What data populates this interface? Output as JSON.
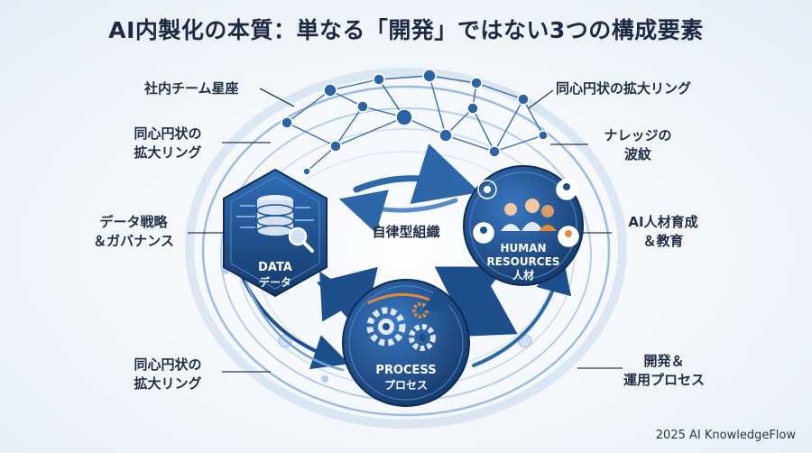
{
  "title": "AI内製化の本質：単なる「開発」ではない3つの構成要素",
  "labels": {
    "top_left": "社内チーム星座",
    "top_right": "同心円状の拡大リング",
    "left_upper_1": "同心円状の",
    "left_upper_2": "拡大リング",
    "right_upper_1": "ナレッジの",
    "right_upper_2": "波紋",
    "left_mid_1": "データ戦略",
    "left_mid_2": "＆ガバナンス",
    "right_mid_1": "AI人材育成",
    "right_mid_2": "＆教育",
    "left_low_1": "同心円状の",
    "left_low_2": "拡大リング",
    "right_low_1": "開発＆",
    "right_low_2": "運用プロセス"
  },
  "center_label": "自律型組織",
  "nodes": {
    "data": {
      "en": "DATA",
      "ja": "データ"
    },
    "hr": {
      "en_1": "HUMAN",
      "en_2": "RESOURCES",
      "ja": "人材"
    },
    "process": {
      "en": "PROCESS",
      "ja": "プロセス"
    }
  },
  "footer": "2025 AI KnowledgeFlow",
  "colors": {
    "navy": "#1e4f8c",
    "dark_navy": "#163a6a",
    "accent_orange": "#e08a3c",
    "ring": "#a9c4e2"
  }
}
